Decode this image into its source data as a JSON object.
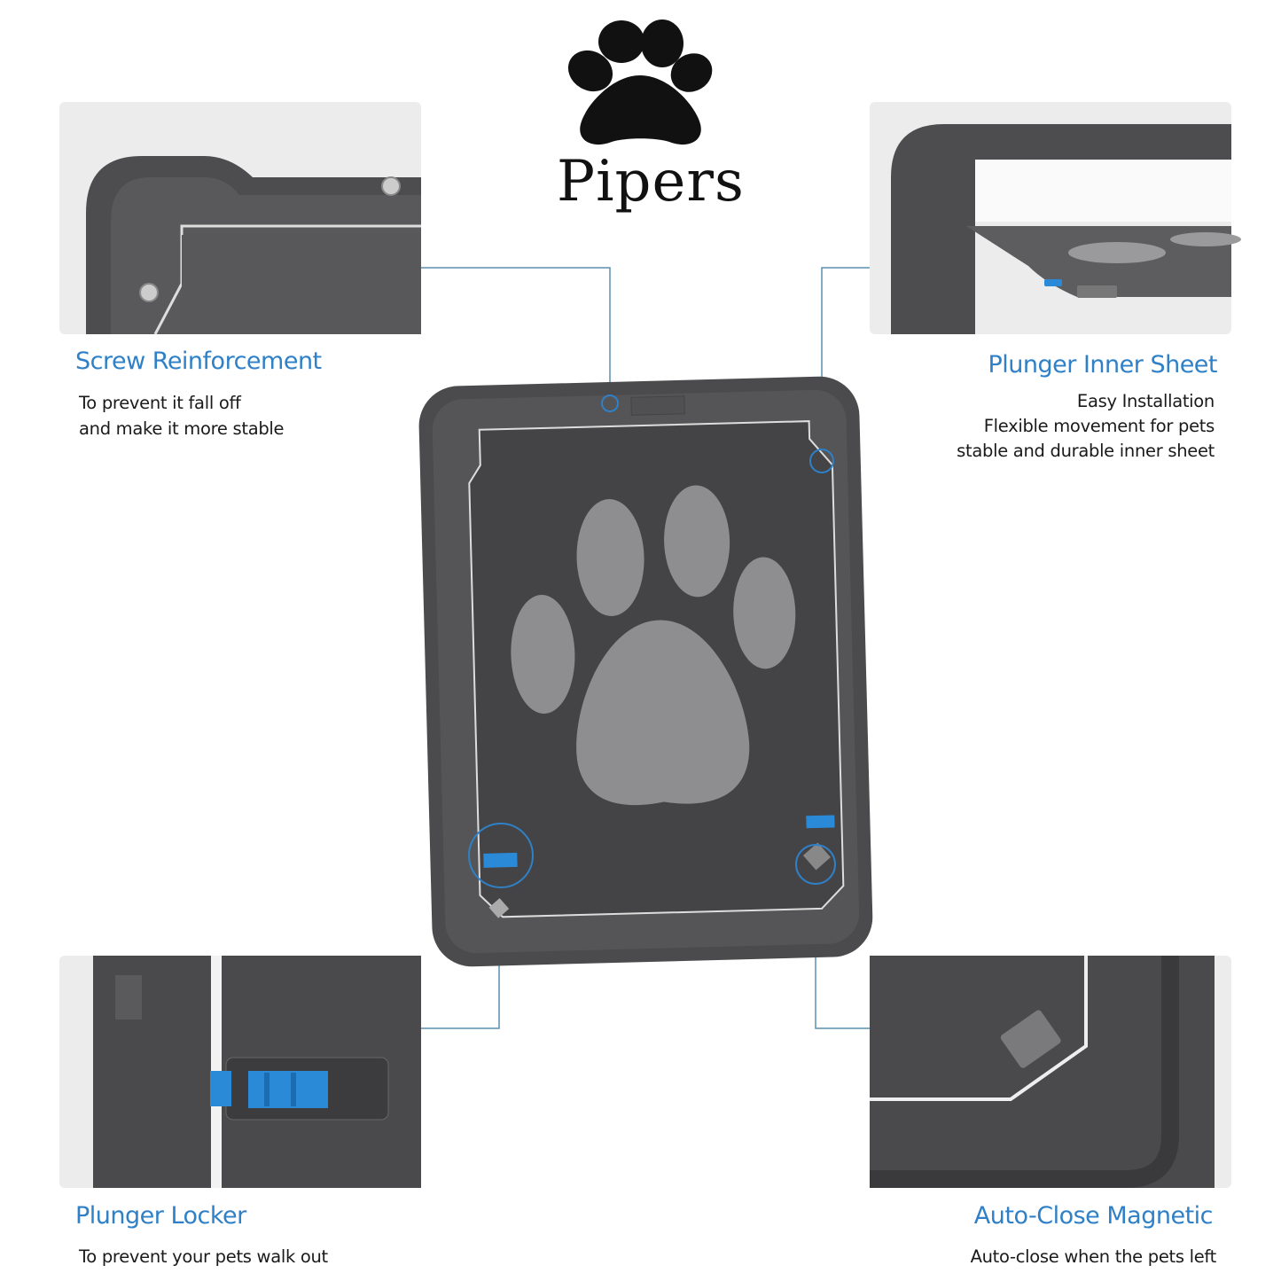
{
  "brand": {
    "name": "Pipers",
    "logo_icon": "paw-print-icon"
  },
  "features": [
    {
      "title": "Screw Reinforcement",
      "lines": [
        "To prevent it fall off",
        "and make it more stable"
      ]
    },
    {
      "title": "Plunger Inner Sheet",
      "lines": [
        "Easy Installation",
        "Flexible movement for pets",
        "stable and durable inner sheet"
      ]
    },
    {
      "title": "Plunger Locker",
      "lines": [
        "To prevent your pets walk out"
      ]
    },
    {
      "title": "Auto-Close Magnetic",
      "lines": [
        "Auto-close when the pets left"
      ]
    }
  ],
  "colors": {
    "accent": "#2f80c6",
    "frame": "#4a4a4c",
    "panel_bg": "#ececec",
    "connector": "#5b8fb0",
    "locker_blue": "#2a8ad8"
  }
}
